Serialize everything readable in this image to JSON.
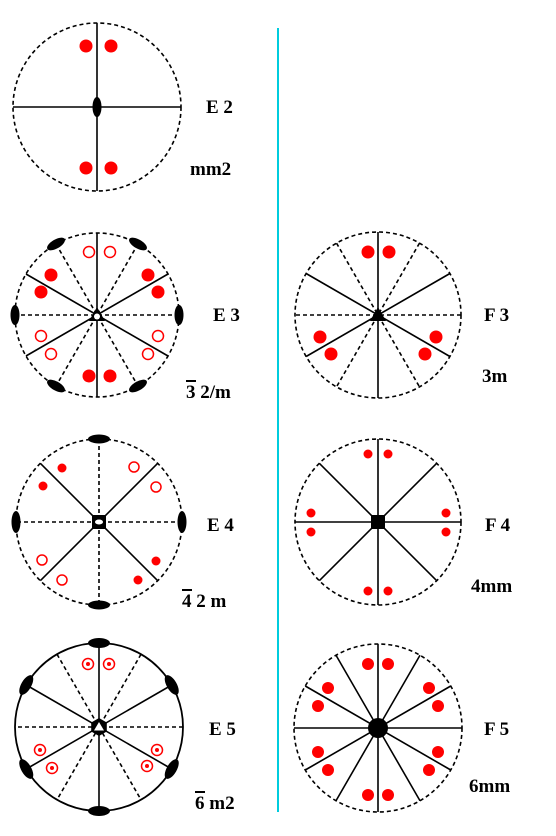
{
  "colors": {
    "divider": "#00ccdd",
    "red": "#ff0000",
    "black": "#000000"
  },
  "figures": [
    {
      "id": "e2",
      "label": "E 2",
      "symbol": "mm2",
      "bar": "",
      "bar_rest": ""
    },
    {
      "id": "e3",
      "label": "E 3",
      "symbol": "",
      "bar": "3",
      "bar_rest": " 2/m"
    },
    {
      "id": "f3",
      "label": "F 3",
      "symbol": "3m",
      "bar": "",
      "bar_rest": ""
    },
    {
      "id": "e4",
      "label": "E 4",
      "symbol": "",
      "bar": "4",
      "bar_rest": " 2 m"
    },
    {
      "id": "f4",
      "label": "F 4",
      "symbol": "4mm",
      "bar": "",
      "bar_rest": ""
    },
    {
      "id": "e5",
      "label": "E 5",
      "symbol": "",
      "bar": "6",
      "bar_rest": " m2"
    },
    {
      "id": "f5",
      "label": "F 5",
      "symbol": "6mm",
      "bar": "",
      "bar_rest": ""
    }
  ]
}
